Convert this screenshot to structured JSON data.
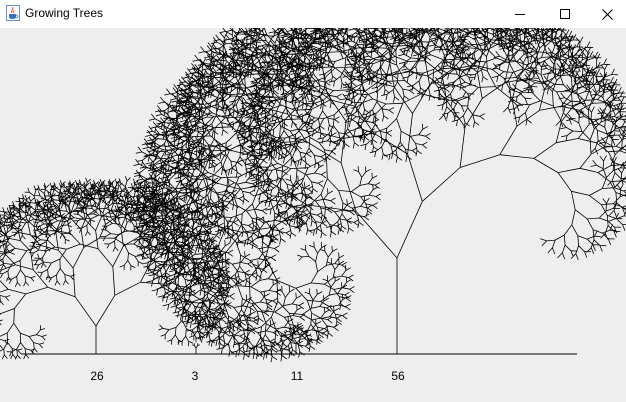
{
  "window": {
    "title": "Growing Trees",
    "icon": "java-cup-icon",
    "controls": [
      "minimize-icon",
      "maximize-icon",
      "close-icon"
    ]
  },
  "trees": [
    {
      "label": "26"
    },
    {
      "label": "3"
    },
    {
      "label": "11"
    },
    {
      "label": "56"
    }
  ],
  "colors": {
    "background": "#eeeeee",
    "ink": "#000000",
    "titlebar": "#ffffff"
  }
}
